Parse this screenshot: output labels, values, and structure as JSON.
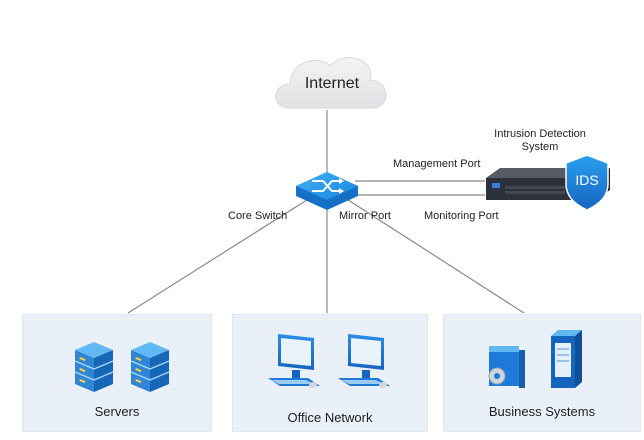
{
  "internet": {
    "label": "Internet"
  },
  "core_switch": {
    "label": "Core Switch"
  },
  "ports": {
    "mirror": "Mirror Port",
    "management": "Management Port",
    "monitoring": "Monitoring Port"
  },
  "ids": {
    "title_line1": "Intrusion Detection",
    "title_line2": "System",
    "badge": "IDS"
  },
  "segments": [
    {
      "label": "Servers"
    },
    {
      "label": "Office Network"
    },
    {
      "label": "Business Systems"
    }
  ],
  "colors": {
    "panel": "#e9f0f8",
    "accent_blue": "#1e88e5",
    "link_line": "#8a8a8a"
  }
}
